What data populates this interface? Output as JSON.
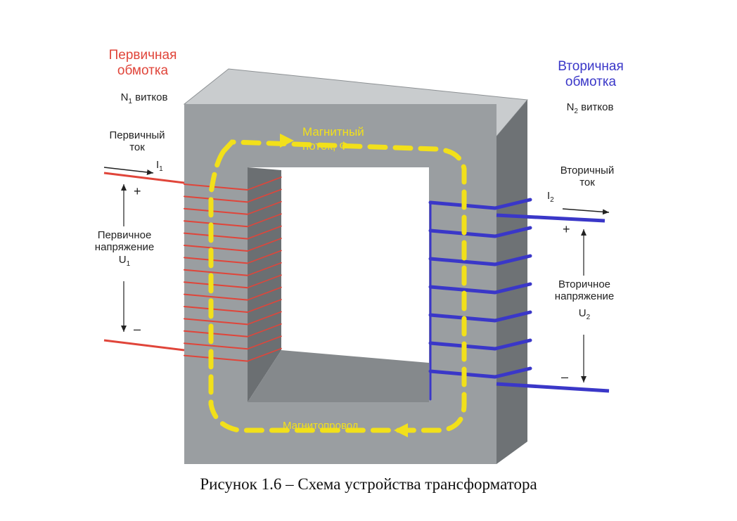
{
  "primary": {
    "title_line1": "Первичная",
    "title_line2": "обмотка",
    "turns_symbol": "N",
    "turns_sub": "1",
    "turns_word": "витков",
    "current_line1": "Первичный",
    "current_line2": "ток",
    "current_symbol": "I",
    "current_sub": "1",
    "voltage_line1": "Первичное",
    "voltage_line2": "напряжение",
    "voltage_symbol": "U",
    "voltage_sub": "1",
    "plus": "+",
    "minus": "–",
    "color": "#e0453a"
  },
  "secondary": {
    "title_line1": "Вторичная",
    "title_line2": "обмотка",
    "turns_symbol": "N",
    "turns_sub": "2",
    "turns_word": "витков",
    "current_line1": "Вторичный",
    "current_line2": "ток",
    "current_symbol": "I",
    "current_sub": "2",
    "voltage_line1": "Вторичное",
    "voltage_line2": "напряжение",
    "voltage_symbol": "U",
    "voltage_sub": "2",
    "plus": "+",
    "minus": "–",
    "color": "#3a37c8"
  },
  "core": {
    "flux_line1": "Магнитный",
    "flux_line2": "поток, Ф",
    "core_label": "Магнитопровод",
    "flux_color": "#f2e01a"
  },
  "caption": "Рисунок 1.6 – Схема  устройства  трансформатора"
}
